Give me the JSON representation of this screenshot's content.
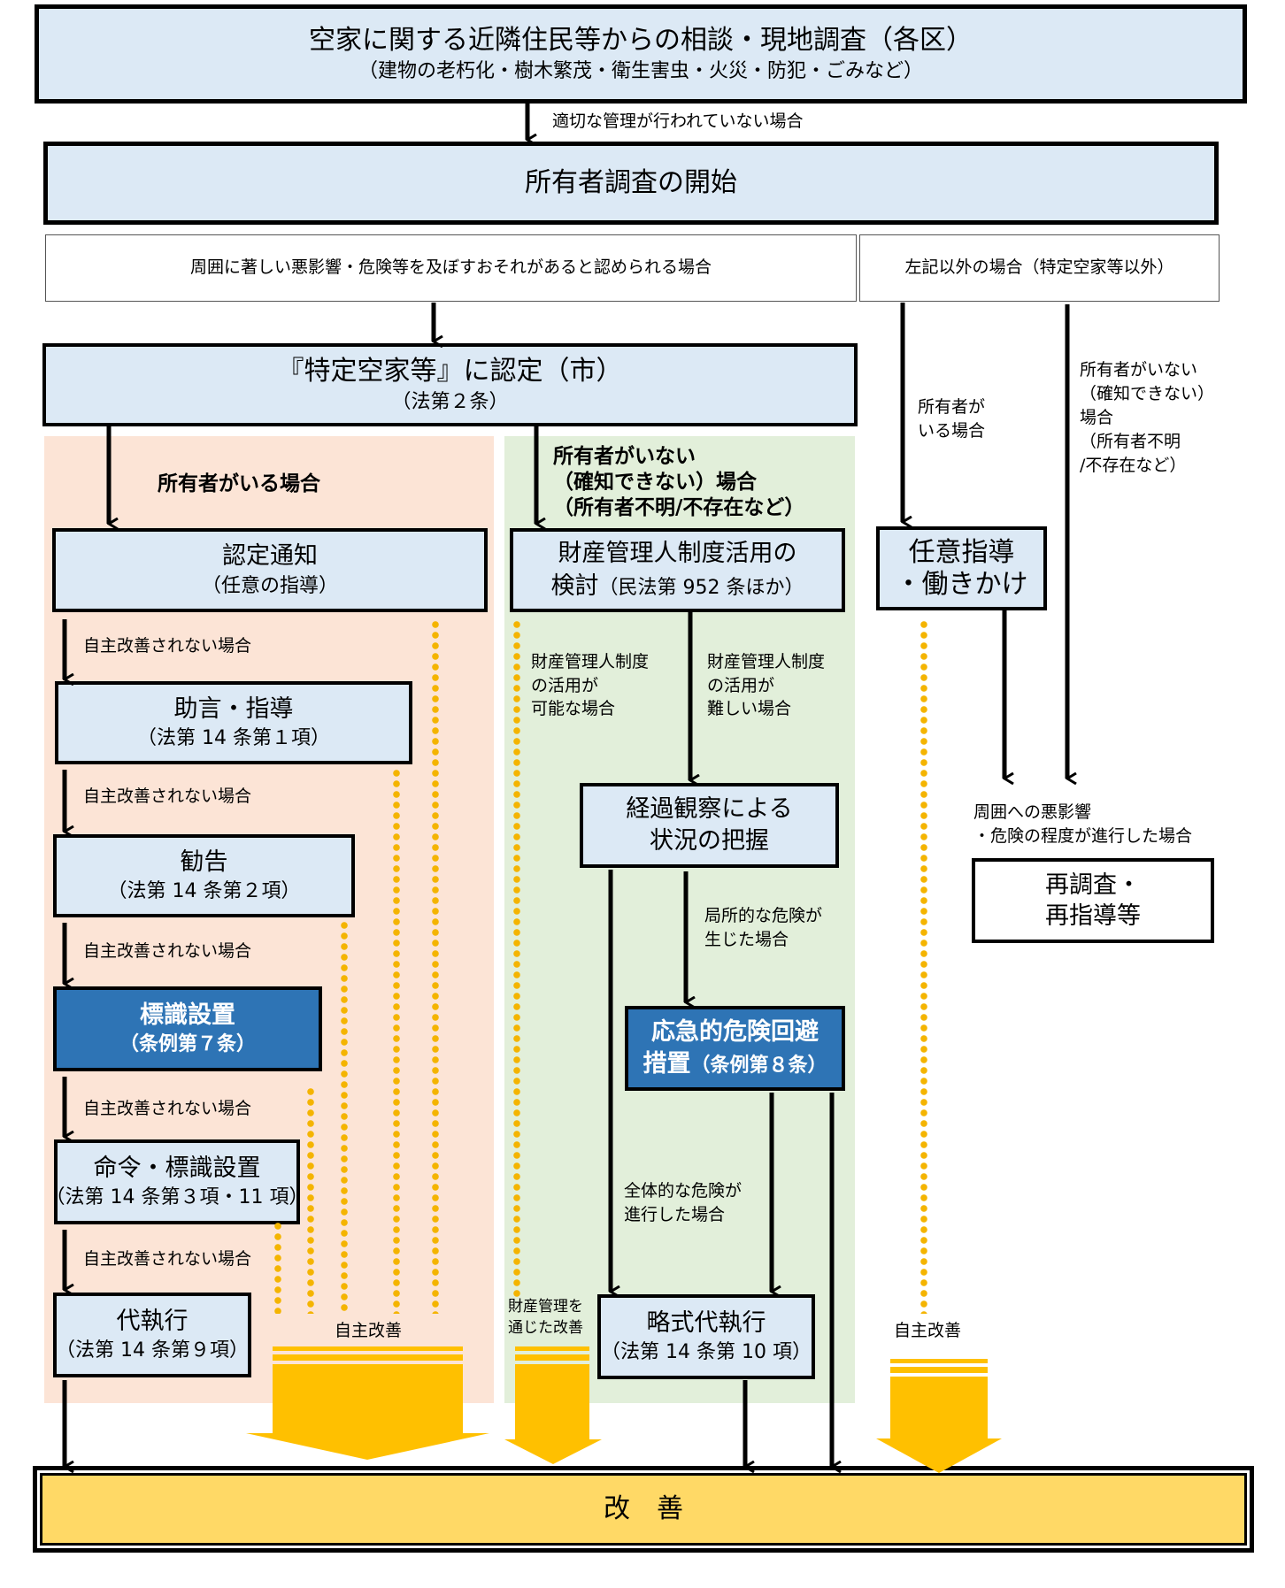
{
  "top": {
    "title": "空家に関する近隣住民等からの相談・現地調査（各区）",
    "subtitle": "（建物の老朽化・樹木繁茂・衛生害虫・火災・防犯・ごみなど）"
  },
  "arrow_label_top": "適切な管理が行われていない場合",
  "owner_survey": "所有者調査の開始",
  "condition_left": "周囲に著しい悪影響・危険等を及ぼすおそれがあると認められる場合",
  "condition_right": "左記以外の場合（特定空家等以外）",
  "designation": {
    "title": "『特定空家等』に認定（市）",
    "subtitle": "（法第２条）"
  },
  "left_branch": {
    "heading": "所有者がいる場合",
    "step_label": "自主改善されない場合",
    "steps": [
      {
        "title": "認定通知",
        "subtitle": "（任意の指導）"
      },
      {
        "title": "助言・指導",
        "subtitle": "（法第 14 条第１項）"
      },
      {
        "title": "勧告",
        "subtitle": "（法第 14 条第２項）"
      },
      {
        "title": "標識設置",
        "subtitle": "（条例第７条）"
      },
      {
        "title": "命令・標識設置",
        "subtitle": "（法第 14 条第３項・11 項）"
      },
      {
        "title": "代執行",
        "subtitle": "（法第 14 条第９項）"
      }
    ],
    "self_improve": "自主改善"
  },
  "middle_branch": {
    "heading_lines": [
      "所有者がいない",
      "（確知できない）場合",
      "（所有者不明/不存在など）"
    ],
    "consider": {
      "title": "財産管理人制度活用の",
      "title2": "検討",
      "subtitle": "（民法第 952 条ほか）"
    },
    "possible_lines": [
      "財産管理人制度",
      "の活用が",
      "可能な場合"
    ],
    "difficult_lines": [
      "財産管理人制度",
      "の活用が",
      "難しい場合"
    ],
    "observe_lines": [
      "経過観察による",
      "状況の把握"
    ],
    "local_danger_lines": [
      "局所的な危険が",
      "生じた場合"
    ],
    "emergency": {
      "title": "応急的危険回避",
      "title2": "措置",
      "subtitle": "（条例第８条）"
    },
    "overall_danger_lines": [
      "全体的な危険が",
      "進行した場合"
    ],
    "simplified": {
      "title": "略式代執行",
      "subtitle": "（法第 14 条第 10 項）"
    },
    "property_improve_lines": [
      "財産管理を",
      "通じた改善"
    ]
  },
  "right_branch": {
    "owner_exists_lines": [
      "所有者が",
      "いる場合"
    ],
    "owner_absent_lines": [
      "所有者がいない",
      "（確知できない）",
      "場合",
      "（所有者不明",
      "/不存在など）"
    ],
    "guidance_lines": [
      "任意指導",
      "・働きかけ"
    ],
    "worsened_lines": [
      "周囲への悪影響",
      "・危険の程度が進行した場合"
    ],
    "reinvestigate_lines": [
      "再調査・",
      "再指導等"
    ],
    "self_improve": "自主改善"
  },
  "result": "改　善",
  "colors": {
    "box_fill": "#dce9f5",
    "dark_box": "#2e74b5",
    "left_band": "#fce4d6",
    "middle_band": "#e2efda",
    "arrow_gold": "#ffc000",
    "result_fill": "#ffd966"
  }
}
